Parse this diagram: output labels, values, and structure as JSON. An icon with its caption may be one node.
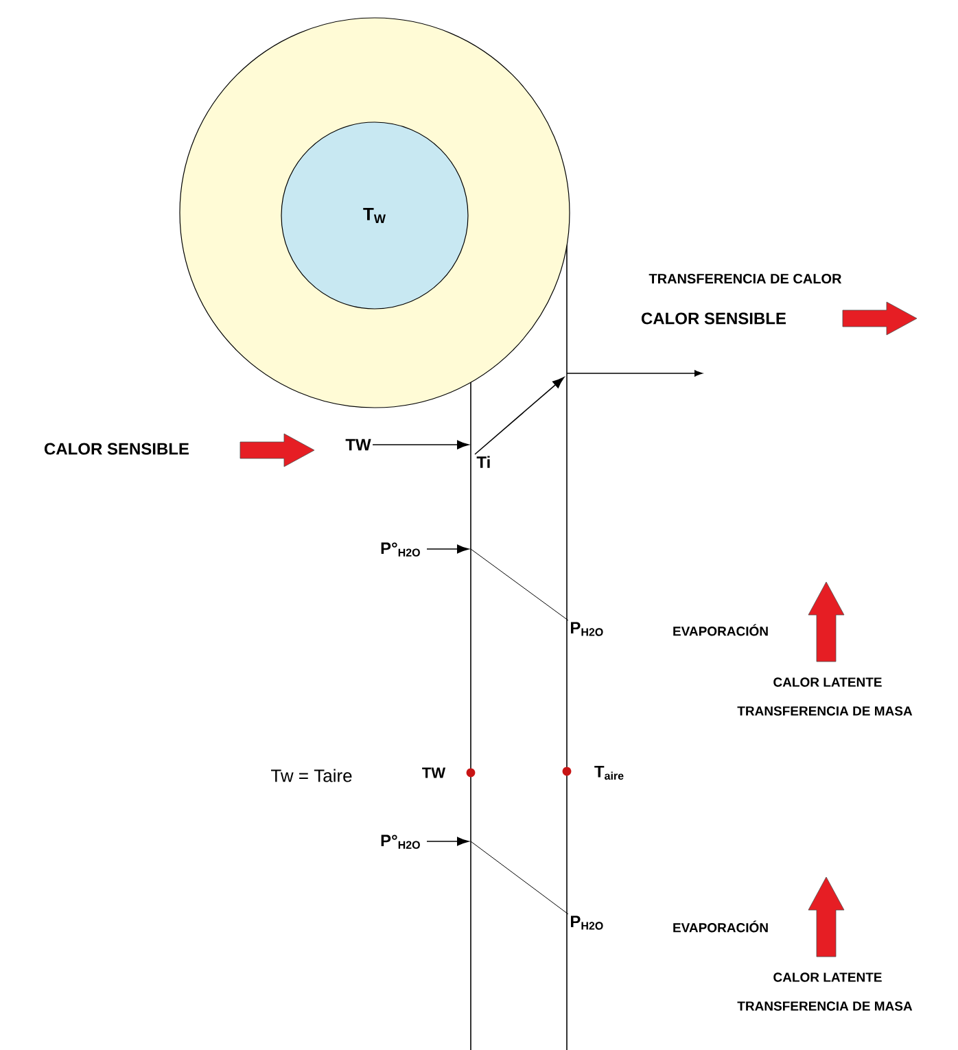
{
  "diagram": {
    "nodes": [
      {
        "text": [],
        "shape": "circle"
      },
      {
        "text": [
          "T$_{W}$"
        ],
        "in": 0
      },
      {
        "text": [
          "TW"
        ]
      },
      {
        "text": [
          "Ti"
        ]
      },
      {
        "text": [
          "P°$_{H2O}$"
        ]
      },
      {
        "text": [
          "P$_{H2O}$"
        ]
      },
      {
        "text": [
          "P°$_{H2O}$"
        ]
      },
      {
        "text": [
          "P$_{H2O}$"
        ]
      }
    ],
    "edges": [
      {
        "from": 2,
        "to": 3,
        "arrow": "to"
      },
      {
        "from": 3,
        "to": null,
        "arrow": "to"
      },
      {
        "from": 4,
        "to": null,
        "arrow": "to"
      },
      {
        "from": null,
        "to": 5,
        "arrow": "none"
      },
      {
        "from": 6,
        "to": null,
        "arrow": "to"
      },
      {
        "from": null,
        "to": 7,
        "arrow": "none"
      }
    ],
    "labels": [
      "TRANSFERENCIA DE CALOR",
      "CALOR SENSIBLE",
      "CALOR SENSIBLE",
      "EVAPORACIÓN",
      "CALOR LATENTE",
      "TRANSFERENCIA DE MASA",
      "Tw = Taire",
      "TW",
      "T$_{aire}$",
      "EVAPORACIÓN",
      "CALOR LATENTE",
      "TRANSFERENCIA DE MASA"
    ]
  }
}
